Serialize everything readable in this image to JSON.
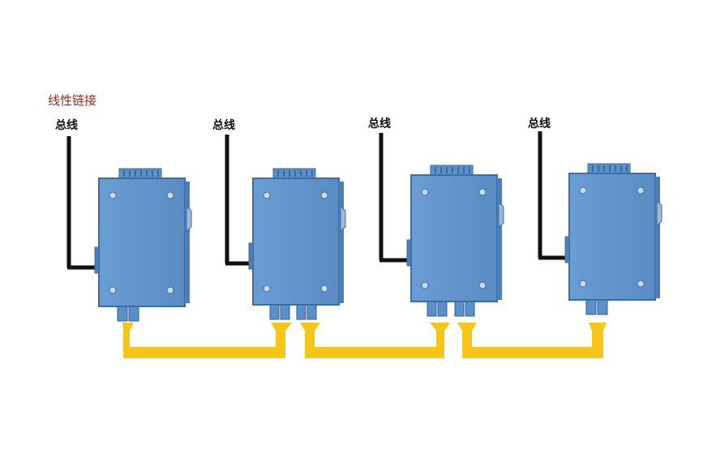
{
  "title": "线性链接",
  "bus_label": "总线",
  "devices": [
    {
      "bus_label": "总线"
    },
    {
      "bus_label": "总线"
    },
    {
      "bus_label": "总线"
    },
    {
      "bus_label": "总线"
    }
  ],
  "colors": {
    "device_body": "#5b8fc9",
    "device_edge": "#3d6ea3",
    "bus_line": "#111111",
    "fiber": "#f5c518",
    "title": "#8b2e22"
  }
}
